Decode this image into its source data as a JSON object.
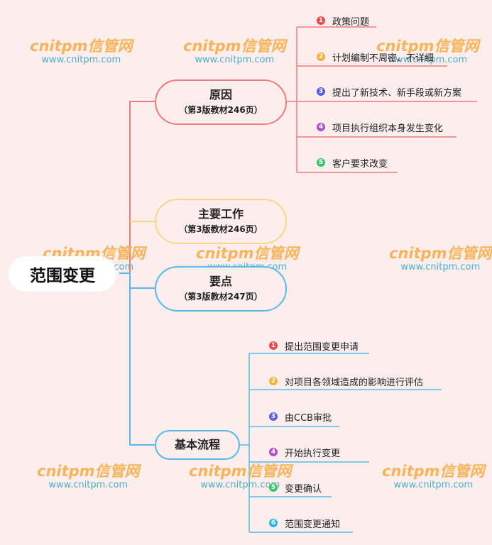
{
  "root": {
    "label": "范围变更"
  },
  "colors": {
    "red": "#ef7b7b",
    "yellow": "#f9d784",
    "blue": "#5bb8e8",
    "numbers": [
      "#e84a4a",
      "#f4b23a",
      "#5a5ee6",
      "#b04fc6",
      "#3ac46a",
      "#2bb5e3"
    ]
  },
  "branches": [
    {
      "title": "原因",
      "subtitle": "（第3版教材246页）"
    },
    {
      "title": "主要工作",
      "subtitle": "（第3版教材246页）"
    },
    {
      "title": "要点",
      "subtitle": "（第3版教材247页）"
    },
    {
      "title": "基本流程",
      "subtitle": ""
    }
  ],
  "causes": [
    {
      "num": "1",
      "text": "政策问题"
    },
    {
      "num": "2",
      "text": "计划编制不周密、不详细"
    },
    {
      "num": "3",
      "text": "提出了新技术、新手段或新方案"
    },
    {
      "num": "4",
      "text": "项目执行组织本身发生变化"
    },
    {
      "num": "5",
      "text": "客户要求改变"
    }
  ],
  "process": [
    {
      "num": "1",
      "text": "提出范围变更申请"
    },
    {
      "num": "2",
      "text": "对项目各领域造成的影响进行评估"
    },
    {
      "num": "3",
      "text": "由CCB审批"
    },
    {
      "num": "4",
      "text": "开始执行变更"
    },
    {
      "num": "5",
      "text": "变更确认"
    },
    {
      "num": "6",
      "text": "范围变更通知"
    }
  ],
  "watermark": {
    "brand": "cnitpm信管网",
    "url": "www.cnitpm.com"
  }
}
